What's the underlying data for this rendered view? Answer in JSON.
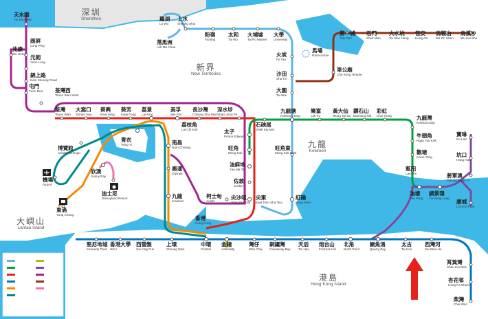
{
  "colors": {
    "water": "#3fb8e8",
    "land": "#ffffff",
    "east_rail": "#5eb6e4",
    "tsuen_wan": "#e2231a",
    "kwun_tong": "#00a040",
    "island": "#0075c2",
    "tseung_kwan_o": "#7d499d",
    "tung_chung": "#f38b00",
    "airport_express": "#00888a",
    "west_rail": "#a3238f",
    "ma_on_shan": "#923011",
    "south_island": "#b5bd00",
    "disneyland": "#f173ac",
    "arrow": "#e8211b"
  },
  "areas": {
    "shenzhen": {
      "zh": "深圳",
      "en": "Shenzhen"
    },
    "new_territories": {
      "zh": "新界",
      "en": "New Territories"
    },
    "kowloon": {
      "zh": "九龍",
      "en": "Kowloon"
    },
    "hong_kong_island": {
      "zh": "港島",
      "en": "Hong Kong Island"
    },
    "lantau": {
      "zh": "大嶼山",
      "en": "Lantau Island"
    }
  },
  "stations": {
    "lo_wu": {
      "zh": "羅湖",
      "en": "Lo Wu"
    },
    "sheung_shui": {
      "zh": "上水",
      "en": "Sheung Shui"
    },
    "lok_ma_chau": {
      "zh": "落馬洲",
      "en": "Lok Ma Chau"
    },
    "fanling": {
      "zh": "粉嶺",
      "en": "Fanling"
    },
    "tai_wo": {
      "zh": "太和",
      "en": "Tai Wo"
    },
    "tai_po_market": {
      "zh": "大埔墟",
      "en": "Tai Po Market"
    },
    "university": {
      "zh": "大學",
      "en": "University"
    },
    "racecourse": {
      "zh": "馬場",
      "en": "Racecourse"
    },
    "fo_tan": {
      "zh": "火炭",
      "en": "Fo Tan"
    },
    "sha_tin": {
      "zh": "沙田",
      "en": "Sha Tin"
    },
    "tai_wai": {
      "zh": "大圍",
      "en": "Tai Wai"
    },
    "kowloon_tong": {
      "zh": "九龍塘",
      "en": "Kowloon Tong"
    },
    "mong_kok_east": {
      "zh": "旺角東",
      "en": "Mong Kok East"
    },
    "hung_hom": {
      "zh": "紅磡",
      "en": "Hung Hom"
    },
    "east_tsim_sha_tsui": {
      "zh": "尖東",
      "en": "East Tsim Sha Tsui"
    },
    "che_kung_temple": {
      "zh": "車公廟",
      "en": "Che Kung Temple"
    },
    "city_one": {
      "zh": "第一城",
      "en": "City One"
    },
    "shek_mun": {
      "zh": "石門",
      "en": "Shek Mun"
    },
    "tai_shui_hang": {
      "zh": "大水坑",
      "en": "Tai Shui Hang"
    },
    "heng_on": {
      "zh": "恆安",
      "en": "Heng On"
    },
    "ma_on_shan": {
      "zh": "馬鞍山",
      "en": "Ma On Shan"
    },
    "wu_kai_sha": {
      "zh": "烏溪沙",
      "en": "Wu Kai Sha"
    },
    "tin_shui_wai": {
      "zh": "天水圍",
      "en": "Tin Shui Wai"
    },
    "siu_hong": {
      "zh": "兆康",
      "en": "Siu Hong"
    },
    "tuen_mun": {
      "zh": "屯門",
      "en": "Tuen Mun"
    },
    "long_ping": {
      "zh": "朗屏",
      "en": "Long Ping"
    },
    "yuen_long": {
      "zh": "元朗",
      "en": "Yuen Long"
    },
    "kam_sheung_road": {
      "zh": "錦上路",
      "en": "Kam Sheung Road"
    },
    "tsuen_wan_west": {
      "zh": "荃灣西",
      "en": "Tsuen Wan West"
    },
    "tsuen_wan": {
      "zh": "荃灣",
      "en": "Tsuen Wan"
    },
    "tai_wo_hau": {
      "zh": "大窩口",
      "en": "Tai Wo Hau"
    },
    "kwai_hing": {
      "zh": "葵興",
      "en": "Kwai Hing"
    },
    "kwai_fong": {
      "zh": "葵芳",
      "en": "Kwai Fong"
    },
    "lai_king": {
      "zh": "荔景",
      "en": "Lai King"
    },
    "mei_foo": {
      "zh": "美孚",
      "en": "Mei Foo"
    },
    "lai_chi_kok": {
      "zh": "荔枝角",
      "en": "Lai Chi Kok"
    },
    "cheung_sha_wan": {
      "zh": "長沙灣",
      "en": "Cheung Sha Wan"
    },
    "sham_shui_po": {
      "zh": "深水埗",
      "en": "Sham Shui Po"
    },
    "shek_kip_mei": {
      "zh": "石硤尾",
      "en": "Shek Kip Mei"
    },
    "lok_fu": {
      "zh": "樂富",
      "en": "Lok Fu"
    },
    "wong_tai_sin": {
      "zh": "黃大仙",
      "en": "Wong Tai Sin"
    },
    "diamond_hill": {
      "zh": "鑽石山",
      "en": "Diamond Hill"
    },
    "choi_hung": {
      "zh": "彩虹",
      "en": "Choi Hung"
    },
    "kowloon_bay": {
      "zh": "九龍灣",
      "en": "Kowloon Bay"
    },
    "ngau_tau_kok": {
      "zh": "牛頭角",
      "en": "Ngau Tau Kok"
    },
    "kwun_tong": {
      "zh": "觀塘",
      "en": "Kwun Tong"
    },
    "lam_tin": {
      "zh": "藍田",
      "en": "Lam Tin"
    },
    "yau_tong": {
      "zh": "油塘",
      "en": "Yau Tong"
    },
    "tiu_keng_leng": {
      "zh": "調景嶺",
      "en": "Tiu Keng Leng"
    },
    "po_lam": {
      "zh": "寶琳",
      "en": "Po Lam"
    },
    "hang_hau": {
      "zh": "坑口",
      "en": "Hang Hau"
    },
    "tseung_kwan_o": {
      "zh": "將軍澳",
      "en": "Tseung Kwan O"
    },
    "lohas_park": {
      "zh": "康城",
      "en": "LOHAS Park"
    },
    "prince_edward": {
      "zh": "太子",
      "en": "Prince Edward"
    },
    "mong_kok": {
      "zh": "旺角",
      "en": "Mong Kok"
    },
    "yau_ma_tei": {
      "zh": "油麻地",
      "en": "Yau Ma Tei"
    },
    "jordan": {
      "zh": "佐敦",
      "en": "Jordan"
    },
    "tsim_sha_tsui": {
      "zh": "尖沙咀",
      "en": "Tsim Sha Tsui"
    },
    "austin": {
      "zh": "柯士甸",
      "en": "Austin"
    },
    "nam_cheong": {
      "zh": "南昌",
      "en": "Nam Cheong"
    },
    "olympic": {
      "zh": "奧運",
      "en": "Olympic"
    },
    "kowloon": {
      "zh": "九龍",
      "en": "Kowloon"
    },
    "tsing_yi": {
      "zh": "青衣",
      "en": "Tsing Yi"
    },
    "asiaworld_expo": {
      "zh": "博覽館",
      "en": "AsiaWorld-Expo"
    },
    "airport": {
      "zh": "機場",
      "en": "Airport"
    },
    "sunny_bay": {
      "zh": "欣澳",
      "en": "Sunny Bay"
    },
    "disneyland_resort": {
      "zh": "迪士尼",
      "en": "Disneyland Resort"
    },
    "tung_chung": {
      "zh": "東涌",
      "en": "Tung Chung"
    },
    "hong_kong": {
      "zh": "香港",
      "en": "Hong Kong"
    },
    "kennedy_town": {
      "zh": "堅尼地城",
      "en": "Kennedy Town"
    },
    "hku": {
      "zh": "香港大學",
      "en": "HKU"
    },
    "sai_ying_pun": {
      "zh": "西營盤",
      "en": "Sai Ying Pun"
    },
    "sheung_wan": {
      "zh": "上環",
      "en": "Sheung Wan"
    },
    "central": {
      "zh": "中環",
      "en": "Central"
    },
    "admiralty": {
      "zh": "金鐘",
      "en": "Admiralty"
    },
    "wan_chai": {
      "zh": "灣仔",
      "en": "Wan Chai"
    },
    "causeway_bay": {
      "zh": "銅鑼灣",
      "en": "Causeway Bay"
    },
    "tin_hau": {
      "zh": "天后",
      "en": "Tin Hau"
    },
    "fortress_hill": {
      "zh": "炮台山",
      "en": "Fortress Hill"
    },
    "north_point": {
      "zh": "北角",
      "en": "North Point"
    },
    "quarry_bay": {
      "zh": "鰂魚涌",
      "en": "Quarry Bay"
    },
    "tai_koo": {
      "zh": "太古",
      "en": "Tai Koo"
    },
    "sai_wan_ho": {
      "zh": "西灣河",
      "en": "Sai Wan Ho"
    },
    "shau_kei_wan": {
      "zh": "筲箕灣",
      "en": "Shau Kei Wan"
    },
    "heng_fa_chuen": {
      "zh": "杏花邨",
      "en": "Heng Fa Chuen"
    },
    "chai_wan": {
      "zh": "柴灣",
      "en": "Chai Wan"
    }
  }
}
